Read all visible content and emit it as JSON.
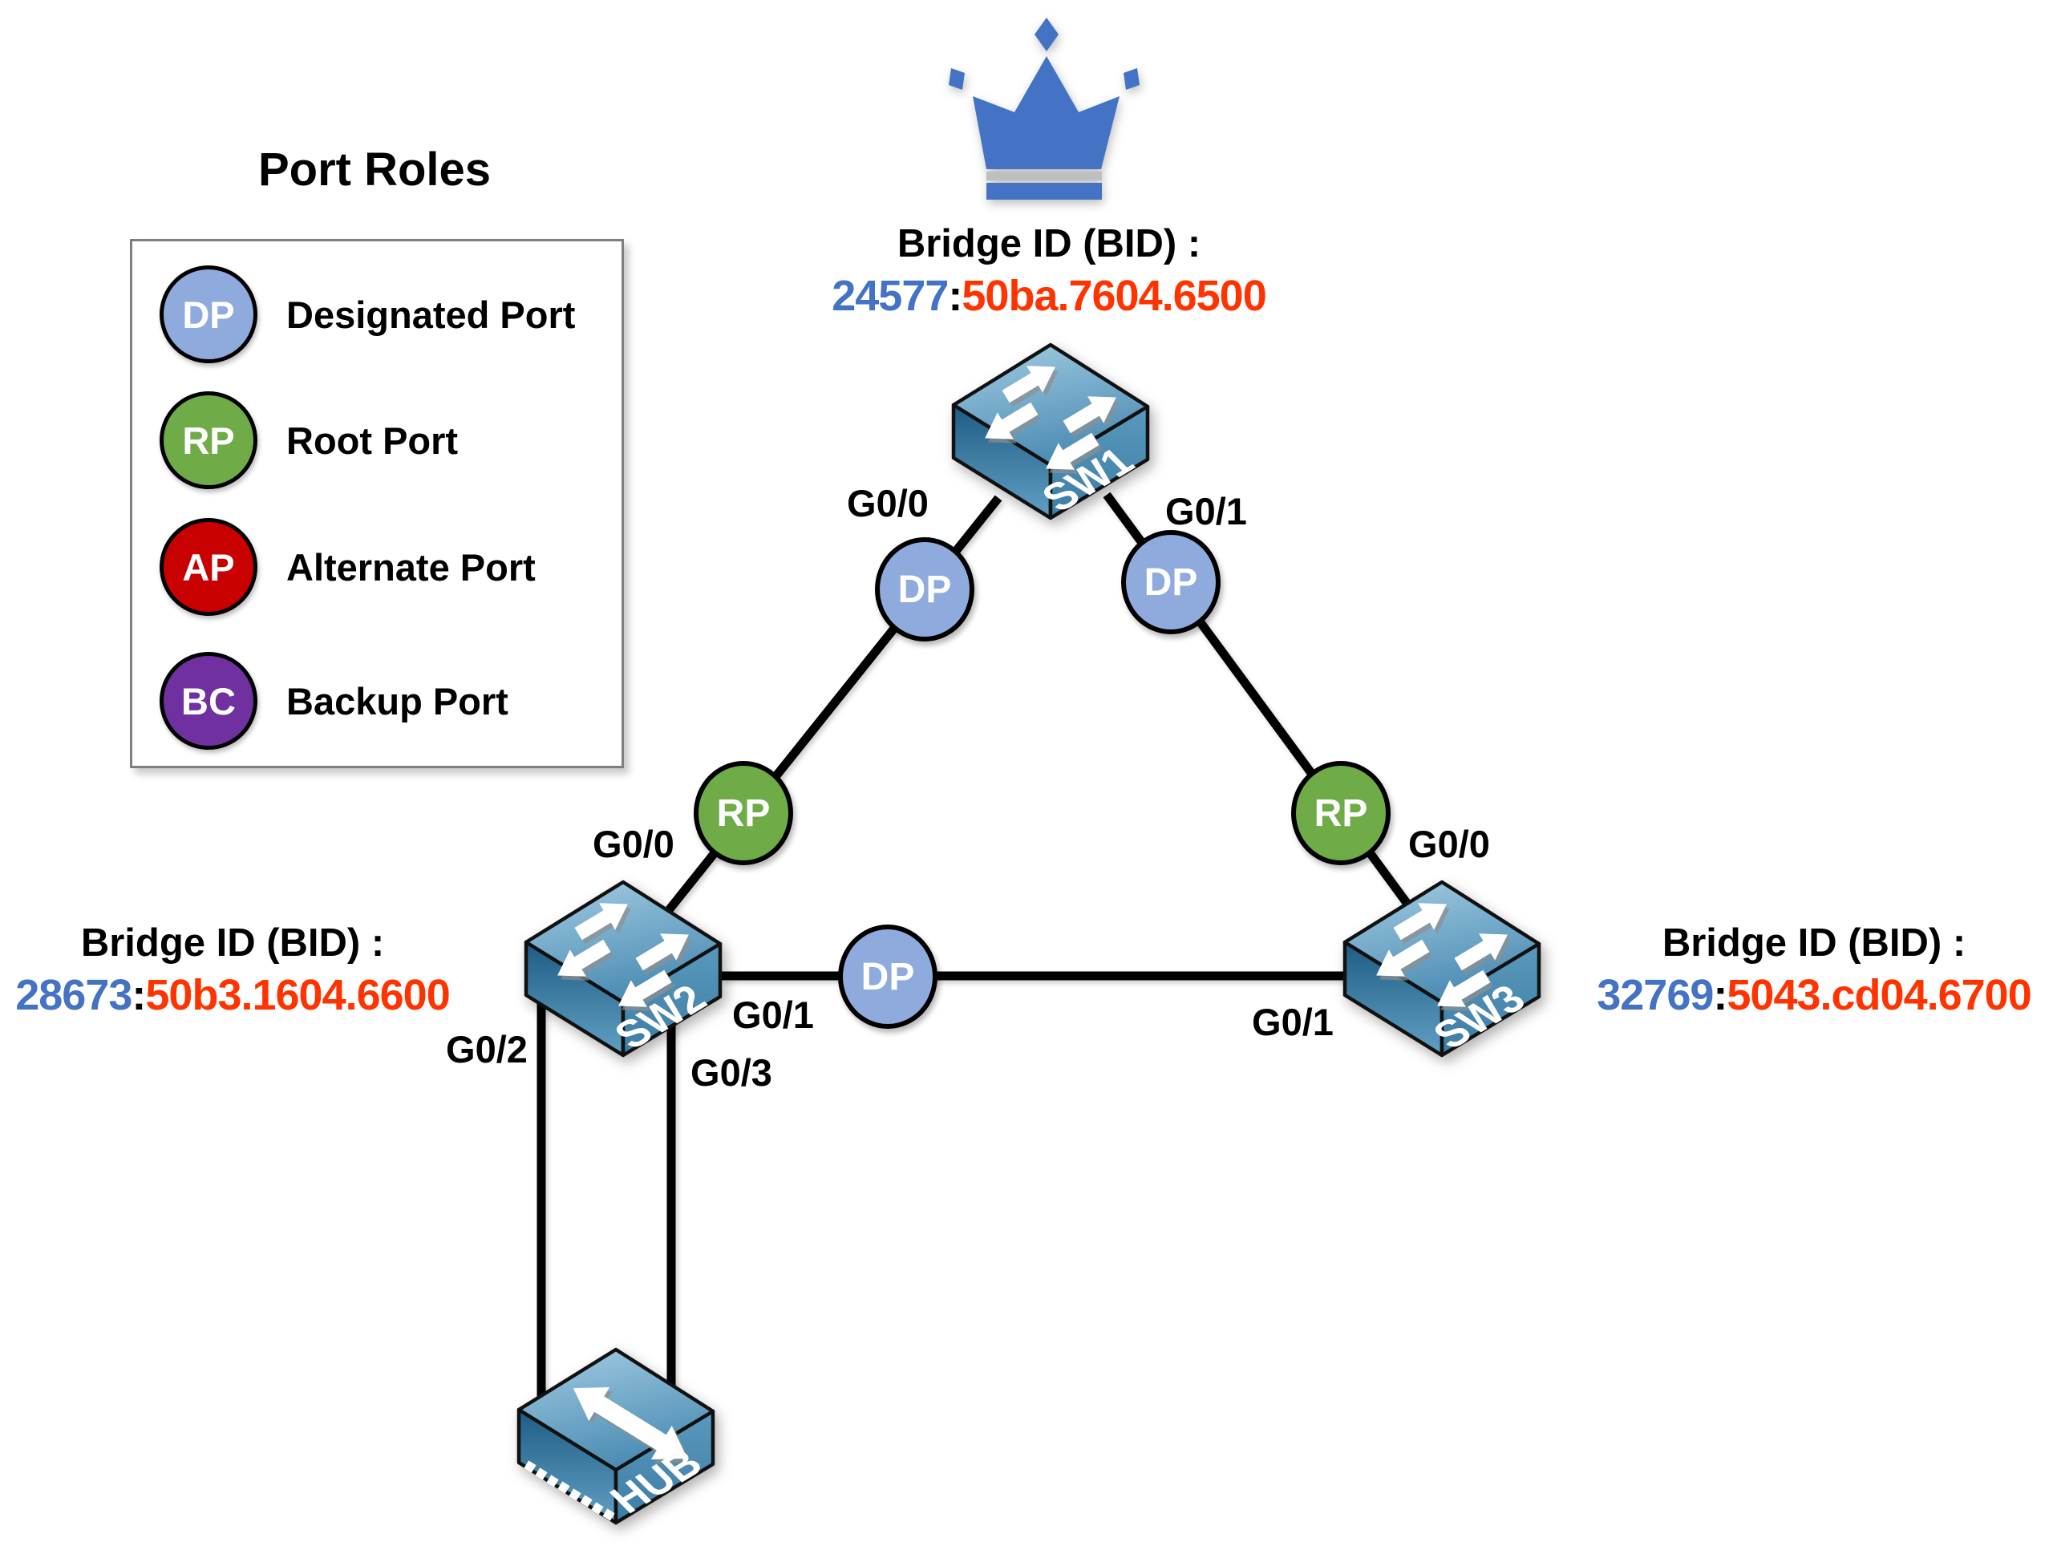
{
  "legend": {
    "title": "Port Roles",
    "items": [
      {
        "abbr": "DP",
        "label": "Designated Port",
        "color": "#8FAADC"
      },
      {
        "abbr": "RP",
        "label": "Root Port",
        "color": "#6FAC47"
      },
      {
        "abbr": "AP",
        "label": "Alternate Port",
        "color": "#C80000"
      },
      {
        "abbr": "BC",
        "label": "Backup Port",
        "color": "#7030A0"
      }
    ]
  },
  "root_bridge_indicator": {
    "icon": "crown-icon",
    "color": "#4472C4",
    "band_color": "#BFBFBF"
  },
  "devices": {
    "sw1": {
      "name": "SW1",
      "bid": {
        "title": "Bridge ID (BID) :",
        "priority": "24577",
        "separator": ":",
        "mac": "50ba.7604.6500"
      }
    },
    "sw2": {
      "name": "SW2",
      "bid": {
        "title": "Bridge ID (BID) :",
        "priority": "28673",
        "separator": ":",
        "mac": "50b3.1604.6600"
      }
    },
    "sw3": {
      "name": "SW3",
      "bid": {
        "title": "Bridge ID (BID) :",
        "priority": "32769",
        "separator": ":",
        "mac": "5043.cd04.6700"
      }
    },
    "hub": {
      "name": "HUB"
    }
  },
  "bid_colors": {
    "priority": "#4472C4",
    "mac": "#FF3300",
    "title": "#000000"
  },
  "ports": {
    "sw1_g00": {
      "label": "G0/0",
      "role": "DP"
    },
    "sw1_g01": {
      "label": "G0/1",
      "role": "DP"
    },
    "sw2_g00": {
      "label": "G0/0",
      "role": "RP"
    },
    "sw2_g01": {
      "label": "G0/1",
      "role": "DP"
    },
    "sw2_g02": {
      "label": "G0/2"
    },
    "sw2_g03": {
      "label": "G0/3"
    },
    "sw3_g00": {
      "label": "G0/0",
      "role": "RP"
    },
    "sw3_g01": {
      "label": "G0/1"
    }
  },
  "links": [
    {
      "from": "SW1:G0/0",
      "to": "SW2:G0/0"
    },
    {
      "from": "SW1:G0/1",
      "to": "SW3:G0/0"
    },
    {
      "from": "SW2:G0/1",
      "to": "SW3:G0/1"
    },
    {
      "from": "SW2:G0/2",
      "to": "HUB"
    },
    {
      "from": "SW2:G0/3",
      "to": "HUB"
    }
  ]
}
